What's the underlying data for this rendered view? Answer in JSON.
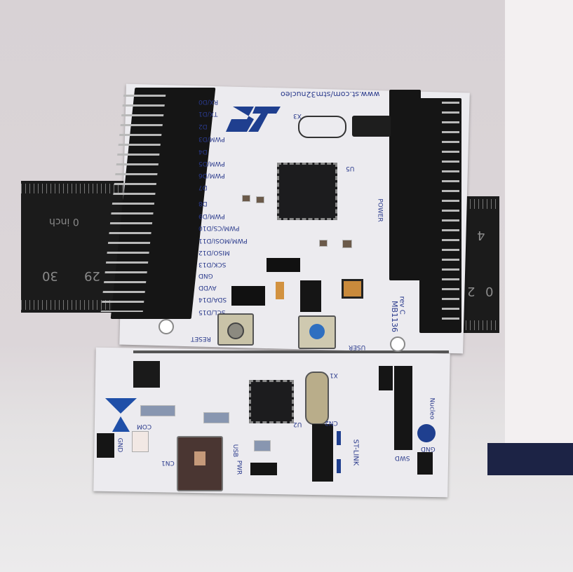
{
  "ruler": {
    "left_labels": [
      "0 inch",
      "30",
      "29"
    ],
    "right_labels": [
      "4",
      "0",
      "2"
    ]
  },
  "board": {
    "url": "www.st.com/stm32nucleo",
    "model": "MB1136",
    "revision": "rev C",
    "reset_label": "RESET",
    "user_label": "USER",
    "stlink_label": "ST-LINK",
    "nucleo_label": "Nucleo",
    "swd_label": "SWD",
    "gnd_label": "GND",
    "com_label": "COM",
    "pwr_label": "PWR",
    "usb_label": "USB",
    "cn1_label": "CN1",
    "cn2_label": "CN2",
    "u2_label": "U2",
    "u5_label": "U5",
    "x1_label": "X1",
    "x3_label": "X3",
    "power_label": "POWER",
    "pin_labels": [
      "RX/D0",
      "TX/D1",
      "D2",
      "PWM/D3",
      "D4",
      "PWM/D5",
      "PWM/D6",
      "D7",
      "D8",
      "PWM/D9",
      "PWM/CS/D10",
      "PWM/MOSI/D11",
      "MISO/D12",
      "SCK/D13",
      "GND",
      "AVDD",
      "SDA/D14",
      "SCL/D15"
    ]
  },
  "colors": {
    "pcb": "#ecebef",
    "silkscreen": "#2a3a8c",
    "button_cap": "#2f6fc0",
    "st_logo": "#1f3f8f"
  }
}
